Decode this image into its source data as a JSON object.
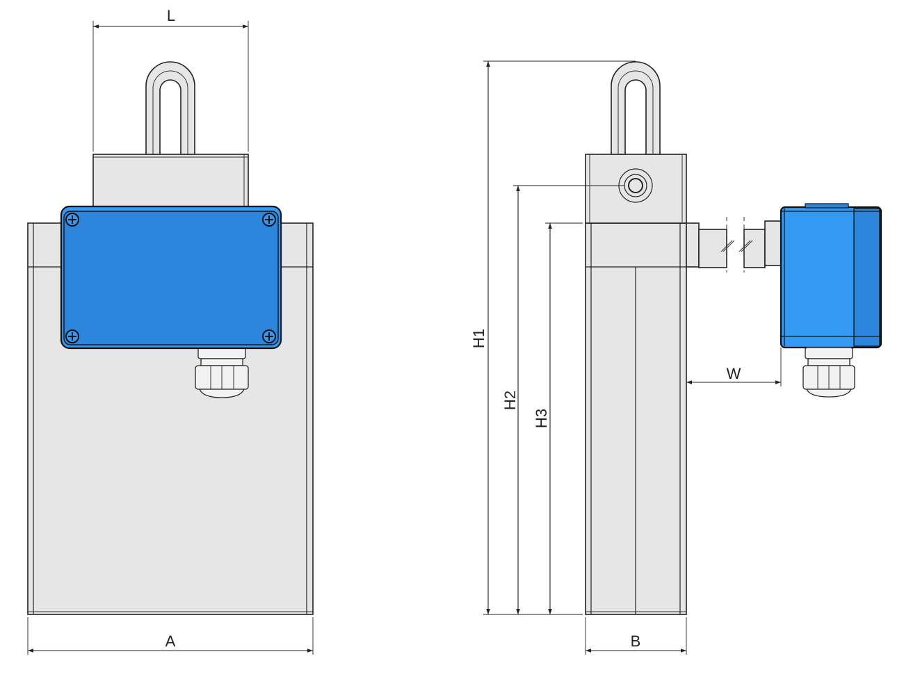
{
  "diagram": {
    "dimensions": {
      "L": "L",
      "A": "A",
      "H1": "H1",
      "H2": "H2",
      "H3": "H3",
      "W": "W",
      "B": "B"
    },
    "colors": {
      "housing": "#e6e6e6",
      "junction_box": "#3399f3",
      "outline": "#222222",
      "background": "#ffffff"
    }
  }
}
